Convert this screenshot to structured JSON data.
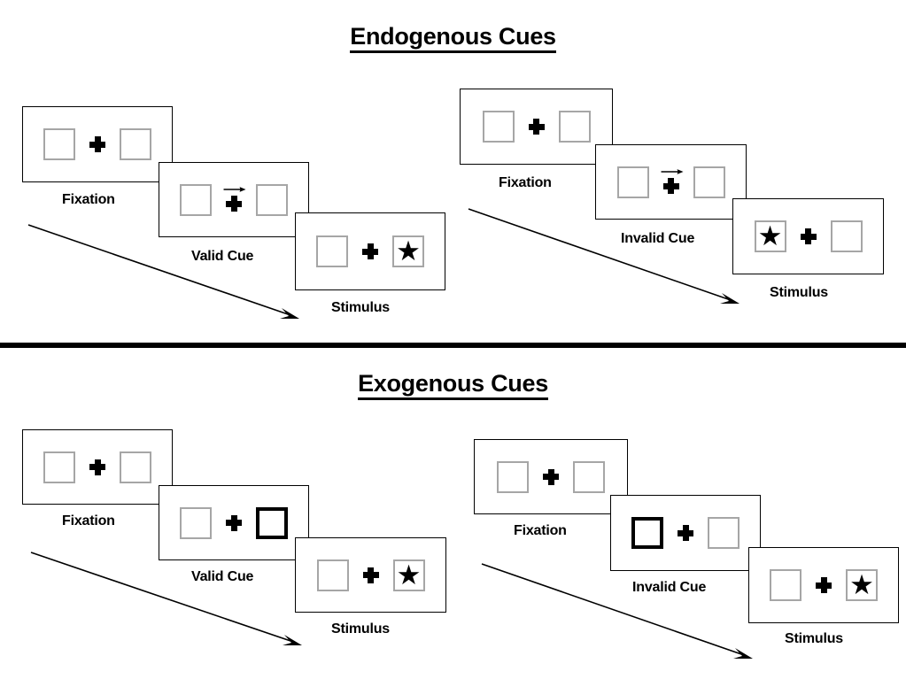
{
  "figure": {
    "title_top": "Endogenous Cues",
    "title_bottom": "Exogenous Cues"
  },
  "labels": {
    "fixation": "Fixation",
    "valid_cue": "Valid Cue",
    "invalid_cue": "Invalid Cue",
    "stimulus": "Stimulus"
  },
  "icons": {
    "star": "★",
    "fixation_cross": "plus-icon",
    "cue_arrow": "arrow-right-icon",
    "flow_arrow": "flow-arrow-icon"
  },
  "colors": {
    "box_border": "#a6a6a6",
    "cued_box_border": "#000000",
    "frame_border": "#000000",
    "ink": "#000000",
    "background": "#ffffff"
  },
  "sections": [
    {
      "id": "endogenous",
      "title": "Endogenous Cues",
      "cue_type": "endogenous",
      "sequences": [
        {
          "id": "endogenous-valid",
          "validity": "valid",
          "frames": [
            {
              "caption": "Fixation",
              "cue": "none",
              "arrow": "none",
              "left_box": "empty",
              "right_box": "empty"
            },
            {
              "caption": "Valid Cue",
              "cue": "central-arrow",
              "arrow": "right",
              "left_box": "empty",
              "right_box": "empty"
            },
            {
              "caption": "Stimulus",
              "cue": "none",
              "arrow": "none",
              "left_box": "empty",
              "right_box": "star"
            }
          ]
        },
        {
          "id": "endogenous-invalid",
          "validity": "invalid",
          "frames": [
            {
              "caption": "Fixation",
              "cue": "none",
              "arrow": "none",
              "left_box": "empty",
              "right_box": "empty"
            },
            {
              "caption": "Invalid Cue",
              "cue": "central-arrow",
              "arrow": "right",
              "left_box": "empty",
              "right_box": "empty"
            },
            {
              "caption": "Stimulus",
              "cue": "none",
              "arrow": "none",
              "left_box": "star",
              "right_box": "empty"
            }
          ]
        }
      ]
    },
    {
      "id": "exogenous",
      "title": "Exogenous Cues",
      "cue_type": "exogenous",
      "sequences": [
        {
          "id": "exogenous-valid",
          "validity": "valid",
          "frames": [
            {
              "caption": "Fixation",
              "cue": "none",
              "arrow": "none",
              "left_box": "empty",
              "right_box": "empty"
            },
            {
              "caption": "Valid Cue",
              "cue": "peripheral-box",
              "arrow": "none",
              "left_box": "empty",
              "right_box": "cued"
            },
            {
              "caption": "Stimulus",
              "cue": "none",
              "arrow": "none",
              "left_box": "empty",
              "right_box": "star"
            }
          ]
        },
        {
          "id": "exogenous-invalid",
          "validity": "invalid",
          "frames": [
            {
              "caption": "Fixation",
              "cue": "none",
              "arrow": "none",
              "left_box": "empty",
              "right_box": "empty"
            },
            {
              "caption": "Invalid Cue",
              "cue": "peripheral-box",
              "arrow": "none",
              "left_box": "cued",
              "right_box": "empty"
            },
            {
              "caption": "Stimulus",
              "cue": "none",
              "arrow": "none",
              "left_box": "empty",
              "right_box": "star"
            }
          ]
        }
      ]
    }
  ]
}
